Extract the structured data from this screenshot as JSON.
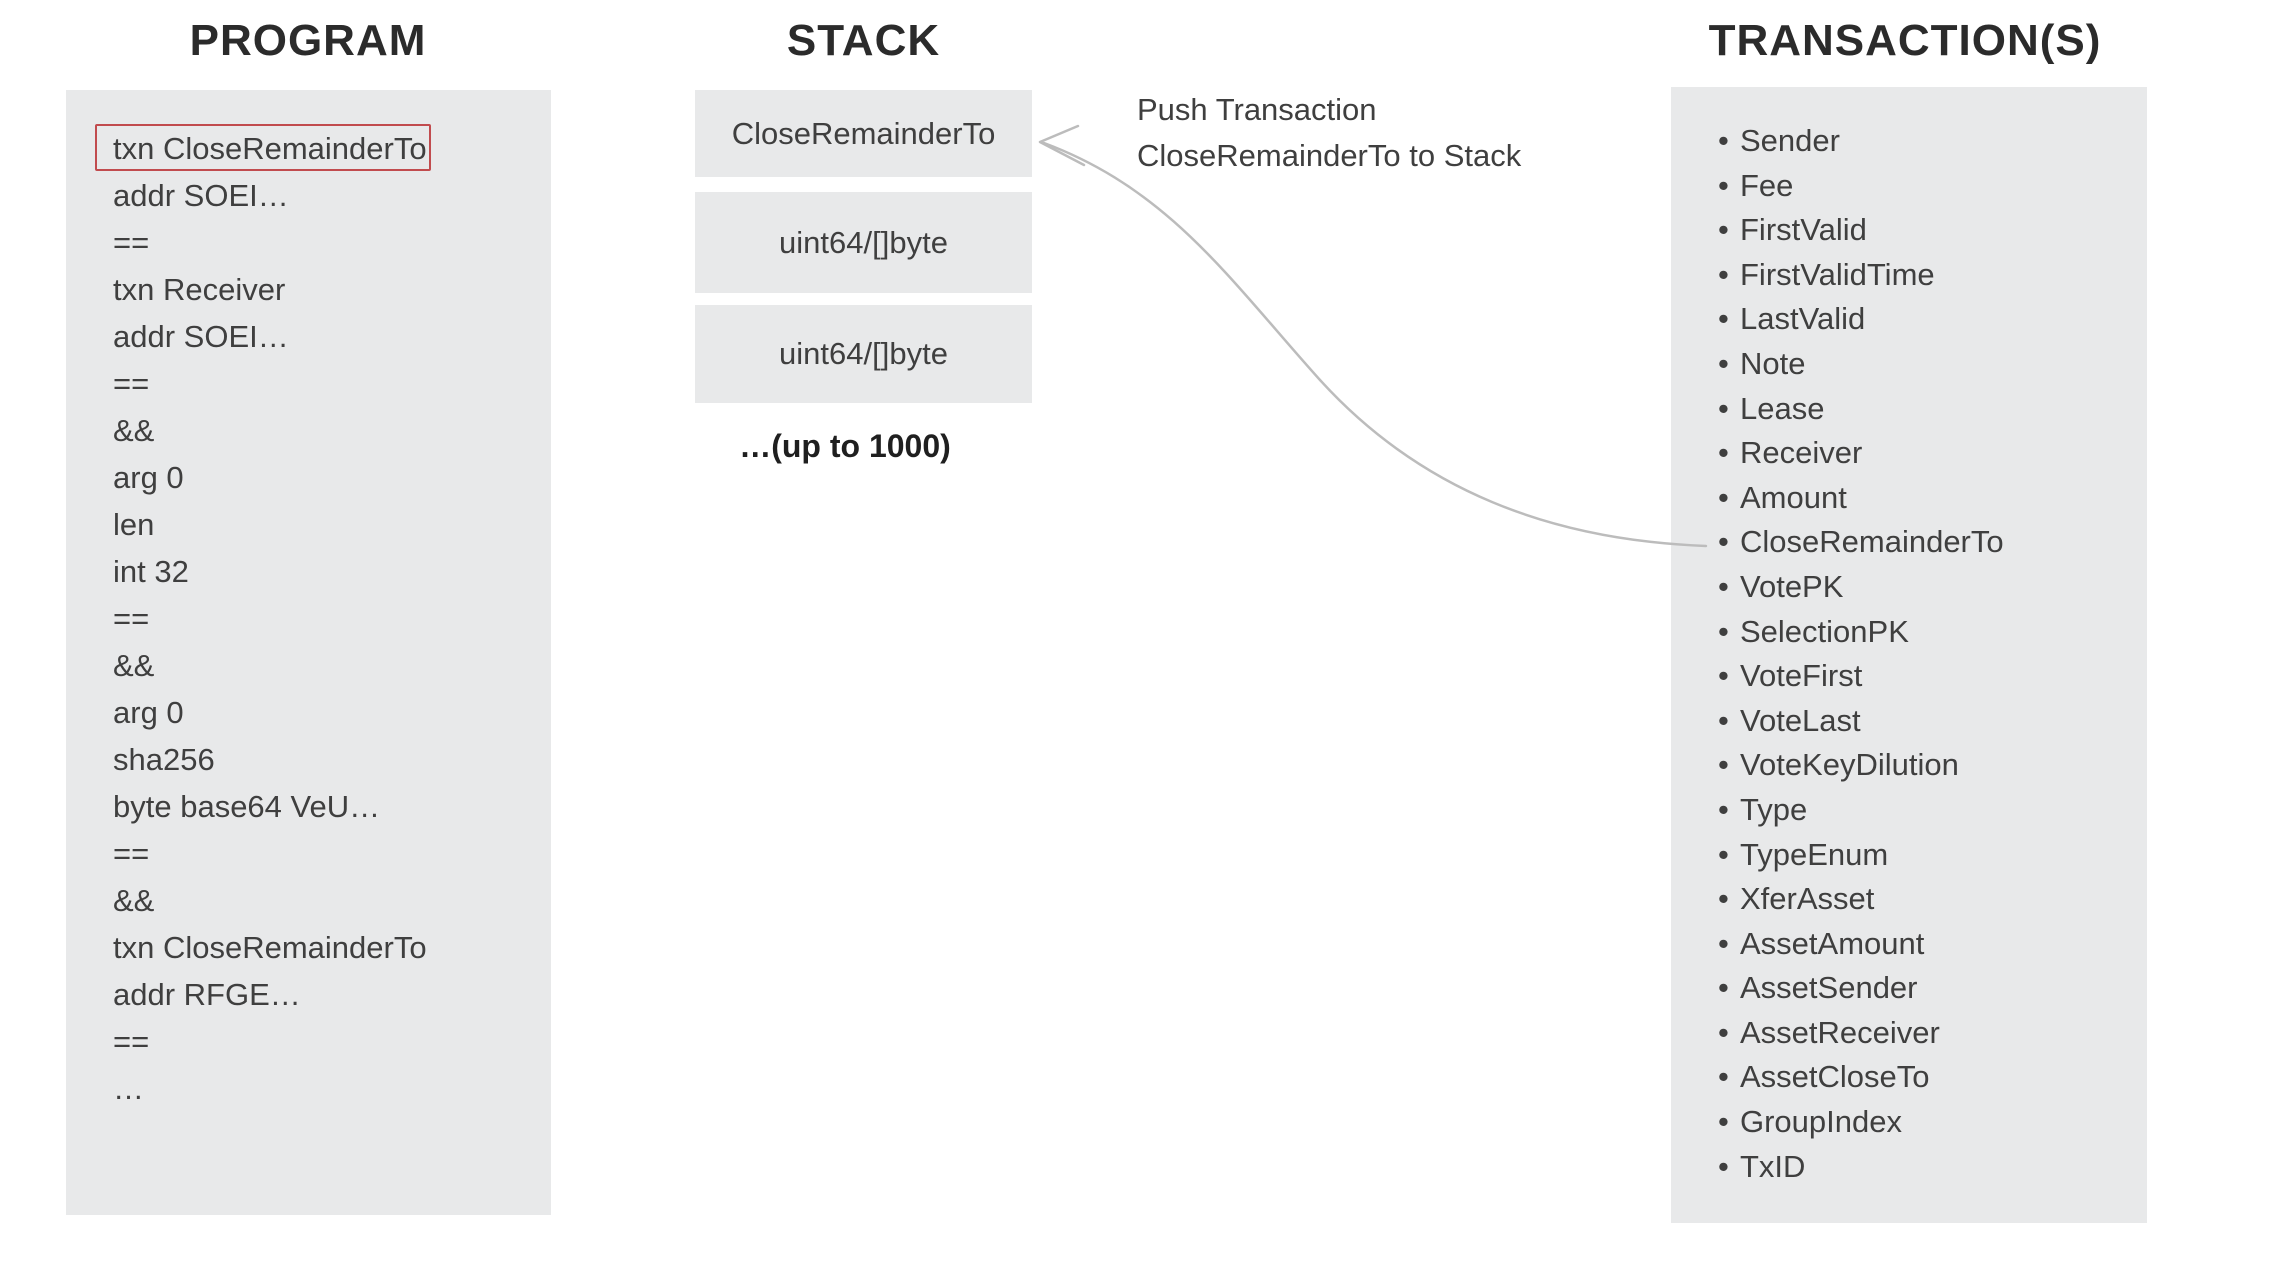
{
  "program": {
    "title": "PROGRAM",
    "lines": [
      "txn CloseRemainderTo",
      "addr SOEI…",
      "==",
      "txn Receiver",
      "addr SOEI…",
      "==",
      "&&",
      "arg 0",
      "len",
      "int 32",
      "==",
      "&&",
      "arg 0",
      "sha256",
      "byte base64 VeU…",
      "==",
      "&&",
      "txn CloseRemainderTo",
      "addr RFGE…",
      "==",
      "…"
    ],
    "highlighted_line": "txn CloseRemainderTo",
    "highlighted_line_index": 0
  },
  "stack": {
    "title": "STACK",
    "boxes": [
      "CloseRemainderTo",
      "uint64/[]byte",
      "uint64/[]byte"
    ],
    "capacity_note": "…(up to 1000)"
  },
  "transactions": {
    "title": "TRANSACTION(S)",
    "items": [
      "Sender",
      "Fee",
      "FirstValid",
      "FirstValidTime",
      "LastValid",
      "Note",
      "Lease",
      "Receiver",
      "Amount",
      "CloseRemainderTo",
      "VotePK",
      "SelectionPK",
      "VoteFirst",
      "VoteLast",
      "VoteKeyDilution",
      "Type",
      "TypeEnum",
      "XferAsset",
      "AssetAmount",
      "AssetSender",
      "AssetReceiver",
      "AssetCloseTo",
      "GroupIndex",
      "TxID"
    ],
    "arrow_source_item": "CloseRemainderTo"
  },
  "annotation": {
    "lines": [
      "Push Transaction",
      "CloseRemainderTo to Stack"
    ]
  },
  "colors": {
    "background": "#ffffff",
    "panel_bg": "#e8e9ea",
    "body_text": "#3f3f3f",
    "title_text": "#2b2b2b",
    "highlight_border": "#c14b4e",
    "arrow": "#bcbcbc"
  }
}
